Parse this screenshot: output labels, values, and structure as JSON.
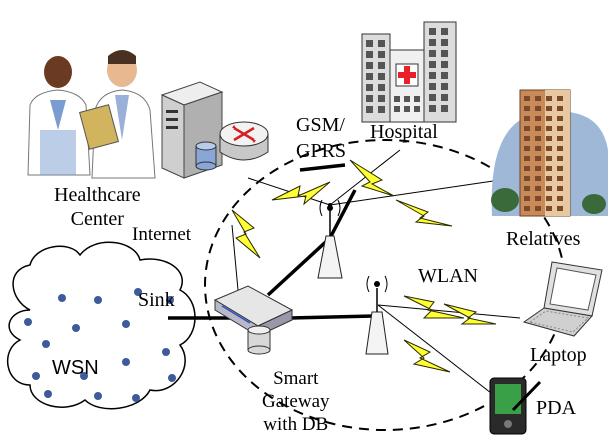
{
  "labels": {
    "healthcare_line1": "Healthcare",
    "healthcare_line2": "Center",
    "hospital": "Hospital",
    "gsm_line1": "GSM/",
    "gsm_line2": "GPRS",
    "internet": "Internet",
    "relatives": "Relatives",
    "wlan": "WLAN",
    "sink": "Sink",
    "wsn": "WSN",
    "laptop": "Laptop",
    "pda": "PDA",
    "gateway_line1": "Smart",
    "gateway_line2": "Gateway",
    "gateway_line3": "with DB"
  },
  "icons": {
    "healthcare_staff": "doctors-icon",
    "server": "server-icon",
    "router": "router-icon",
    "hospital": "hospital-building-icon",
    "relatives": "apartment-building-icon",
    "laptop": "laptop-icon",
    "pda": "pda-icon",
    "gateway": "smart-gateway-icon",
    "database": "database-icon",
    "antenna_gsm": "cell-tower-icon",
    "antenna_wlan": "wifi-access-point-icon",
    "antenna_relay": "wireless-antenna-icon",
    "cloud": "wsn-cloud-icon"
  },
  "colors": {
    "lightning": "#ffff33",
    "lightning_stroke": "#2a2a00",
    "sensor_node": "#3d5a99",
    "hospital_cross": "#e8202a",
    "building": "#d8d8d8",
    "tower_building": "#c98a5a",
    "sky": "#9fb8d8"
  }
}
